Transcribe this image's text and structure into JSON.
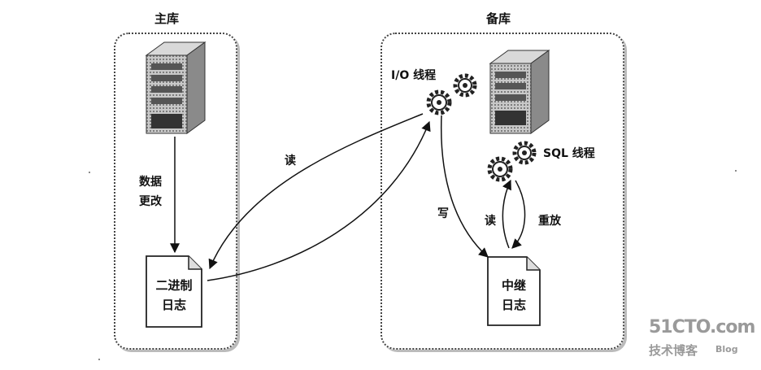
{
  "master": {
    "title": "主库",
    "change_line1": "数据",
    "change_line2": "更改",
    "binlog_line1": "二进制",
    "binlog_line2": "日志"
  },
  "slave": {
    "title": "备库",
    "io_thread": "I/O 线程",
    "sql_thread": "SQL 线程",
    "relay_line1": "中继",
    "relay_line2": "日志"
  },
  "edges": {
    "read_binlog": "读",
    "write_relay": "写",
    "read_relay": "读",
    "replay": "重放"
  },
  "watermark": {
    "brand": "51CTO.com",
    "sub": "技术博客",
    "blog": "Blog"
  }
}
